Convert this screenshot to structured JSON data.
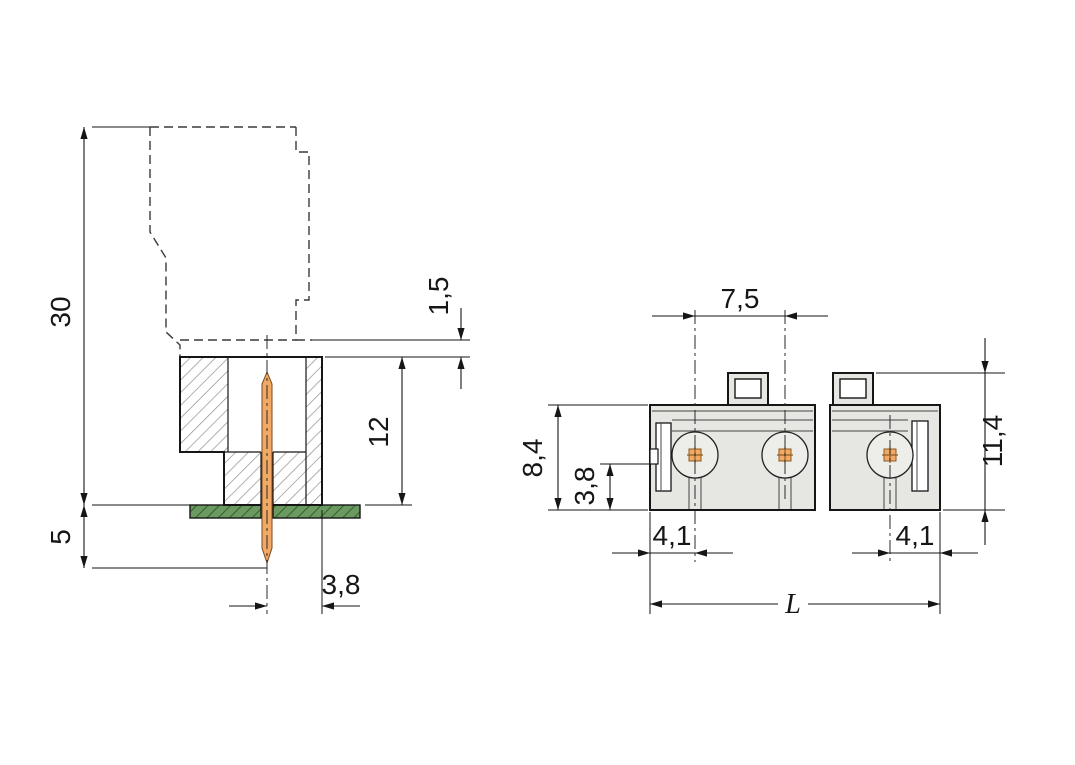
{
  "drawing": {
    "kind": "connector-dimension-drawing",
    "colors": {
      "pin_copper": "#f2a965",
      "pin_edge": "#7a4a1a",
      "pcb_green": "#6b9a60",
      "pcb_hatch": "#274f22",
      "body_gray": "#e6e6e3",
      "line": "#161616"
    },
    "side_view": {
      "dims": {
        "total_height": "30",
        "flange_gap": "1,5",
        "housing_height": "12",
        "pin_length_below_board": "5",
        "pin_to_edge": "3,8"
      }
    },
    "front_view": {
      "dims": {
        "pole_pitch": "7,5",
        "housing_height": "8,4",
        "pin_center_to_bottom": "3,8",
        "total_height": "11,4",
        "first_pole_offset": "4,1",
        "last_pole_offset": "4,1",
        "total_length": "L"
      }
    }
  }
}
